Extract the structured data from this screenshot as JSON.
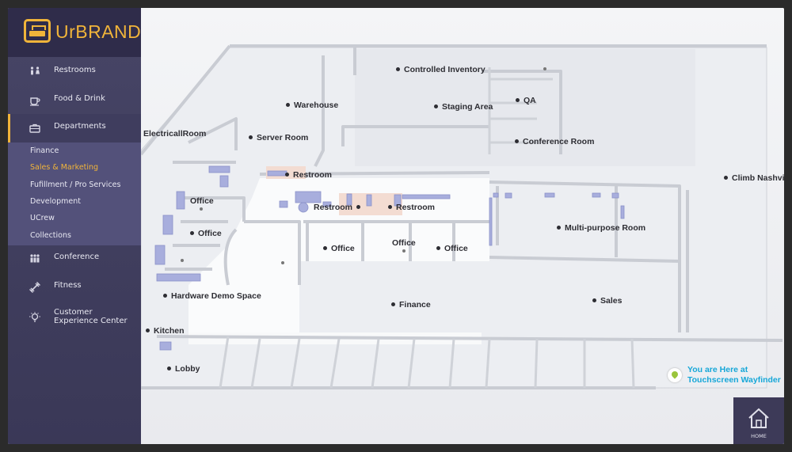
{
  "brand": {
    "name": "UrBRAND"
  },
  "nav": {
    "restrooms": {
      "label": "Restrooms",
      "icon": "restroom-icon"
    },
    "food": {
      "label": "Food & Drink",
      "icon": "coffee-cup-icon"
    },
    "departments": {
      "label": "Departments",
      "icon": "briefcase-icon"
    },
    "conference": {
      "label": "Conference",
      "icon": "people-icon"
    },
    "fitness": {
      "label": "Fitness",
      "icon": "dumbbell-icon"
    },
    "customer_line1": "Customer",
    "customer_line2": "Experience Center",
    "customer_icon": "lightbulb-icon"
  },
  "departments_sub": [
    "Finance",
    "Sales & Marketing",
    "Fufillment / Pro Services",
    "Development",
    "UCrew",
    "Collections"
  ],
  "selected_department": "Sales & Marketing",
  "rooms": {
    "controlled_inventory": "Controlled Inventory",
    "warehouse": "Warehouse",
    "staging": "Staging Area",
    "qa": "QA",
    "electrical": "ElectricallRoom",
    "server": "Server Room",
    "conference_room": "Conference Room",
    "climb": "Climb Nashvill",
    "restroom1": "Restroom",
    "restroom2": "Restroom",
    "restroom3": "Restroom",
    "office1": "Office",
    "office2": "Office",
    "office3": "Office",
    "office4": "Office",
    "office5": "Office",
    "multipurpose": "Multi-purpose Room",
    "hardware": "Hardware Demo Space",
    "finance": "Finance",
    "sales": "Sales",
    "kitchen": "Kitchen",
    "lobby": "Lobby"
  },
  "you_are_here": {
    "line1": "You are Here at",
    "line2": "Touchscreen Wayfinder"
  },
  "home": {
    "label": "HOME"
  },
  "colors": {
    "accent": "#f0b43a",
    "sidebar": "#434162",
    "here": "#16a7d8",
    "pin": "#9ac53c"
  }
}
